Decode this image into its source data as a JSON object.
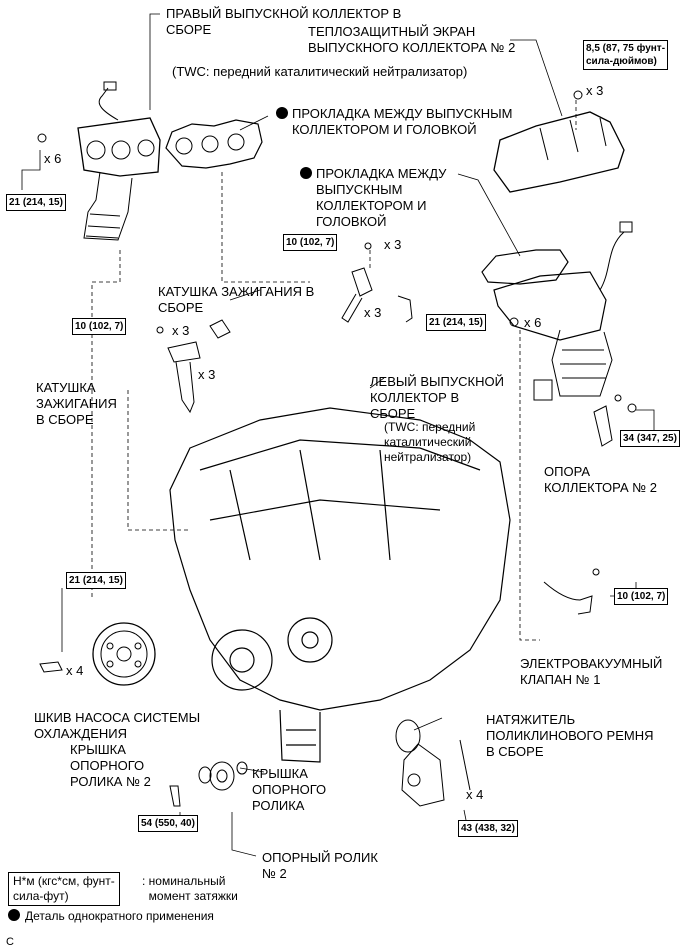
{
  "labels": {
    "right_manifold": "ПРАВЫЙ ВЫПУСКНОЙ КОЛЛЕКТОР В\nСБОРЕ",
    "heat_shield": "ТЕПЛОЗАЩИТНЫЙ ЭКРАН\nВЫПУСКНОГО КОЛЛЕКТОРА № 2",
    "twc_right": "(TWC: передний каталитический нейтрализатор)",
    "gasket_top": "ПРОКЛАДКА МЕЖДУ ВЫПУСКНЫМ\nКОЛЛЕКТОРОМ И ГОЛОВКОЙ",
    "gasket_mid": "ПРОКЛАДКА МЕЖДУ\nВЫПУСКНЫМ\nКОЛЛЕКТОРОМ И\nГОЛОВКОЙ",
    "coil_upper": "КАТУШКА ЗАЖИГАНИЯ В\nСБОРЕ",
    "coil_left": "КАТУШКА\nЗАЖИГАНИЯ\nВ СБОРЕ",
    "left_manifold": "ЛЕВЫЙ ВЫПУСКНОЙ\nКОЛЛЕКТОР В\nСБОРЕ",
    "twc_left": "(TWC: передний\nкаталитический\nнейтрализатор)",
    "support": "ОПОРА\nКОЛЛЕКТОРА № 2",
    "vsv": "ЭЛЕКТРОВАКУУМНЫЙ\nКЛАПАН № 1",
    "water_pulley": "ШКИВ НАСОСА СИСТЕМЫ\nОХЛАЖДЕНИЯ",
    "idler_cover2": "КРЫШКА\nОПОРНОГО\nРОЛИКА № 2",
    "tensioner": "НАТЯЖИТЕЛЬ\nПОЛИКЛИНОВОГО РЕМНЯ\nВ СБОРЕ",
    "idler_cover": "КРЫШКА\nОПОРНОГО\nРОЛИКА",
    "idler2": "ОПОРНЫЙ РОЛИК\n№ 2"
  },
  "torques": {
    "t1": "21 (214, 15)",
    "t2": "8,5 (87, 75 фунт-\nсила-дюймов)",
    "t3": "10 (102, 7)",
    "t4": "10 (102, 7)",
    "t5": "21 (214, 15)",
    "t6": "34 (347, 25)",
    "t7": "21 (214, 15)",
    "t8": "10 (102, 7)",
    "t9": "54 (550, 40)",
    "t10": "43 (438, 32)"
  },
  "quantities": {
    "q1": "x 6",
    "q2": "x 3",
    "q3": "x 3",
    "q4": "x 3",
    "q5": "x 3",
    "q6": "x 3",
    "q7": "x 6",
    "q8": "x 4",
    "q9": "x 4"
  },
  "legend": {
    "torque_box": "Н*м (кгс*см, фунт-\nсила-фут)",
    "torque_text": ": номинальный\n  момент затяжки",
    "non_reusable": "Деталь однократного применения"
  },
  "corner_mark": "C"
}
